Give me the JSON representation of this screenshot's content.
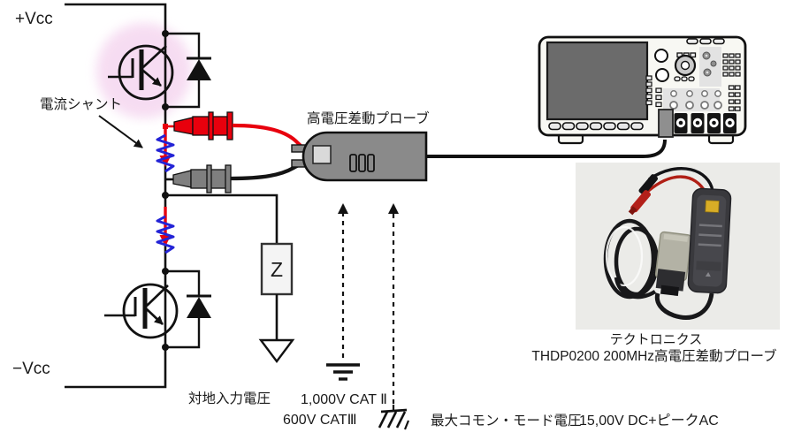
{
  "circuit": {
    "vcc_plus": "+Vcc",
    "vcc_minus": "−Vcc",
    "current_shunt_label": "電流シャント",
    "impedance_label": "Z"
  },
  "probe": {
    "label": "高電圧差動プローブ"
  },
  "ratings": {
    "ground_input_label": "対地入力電圧",
    "cat2_value": "1,000V CAT Ⅱ",
    "cat3_value": "600V CATⅢ",
    "common_mode_label": "最大コモン・モード電圧",
    "common_mode_value": "15,00V DC+ピークAC"
  },
  "photo_caption": {
    "line1": "テクトロニクス",
    "line2": "THDP0200 200MHz高電圧差動プローブ"
  },
  "colors": {
    "wire_red": "#e8000d",
    "shunt_blue": "#2323d6",
    "glow_pink": "#f5d7f0",
    "probe_gray": "#8a8a8a",
    "clip_gray": "#7f7f7f",
    "scope_body": "#f8f8f3",
    "screen_gray": "#6b6b6b"
  }
}
